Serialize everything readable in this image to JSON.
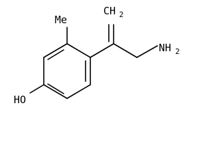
{
  "molecule": {
    "labels": {
      "methyl": "Me",
      "hydroxyl": "HO",
      "methylene_main": "CH",
      "methylene_sub": "2",
      "amine_main": "NH",
      "amine_sub": "2"
    }
  }
}
